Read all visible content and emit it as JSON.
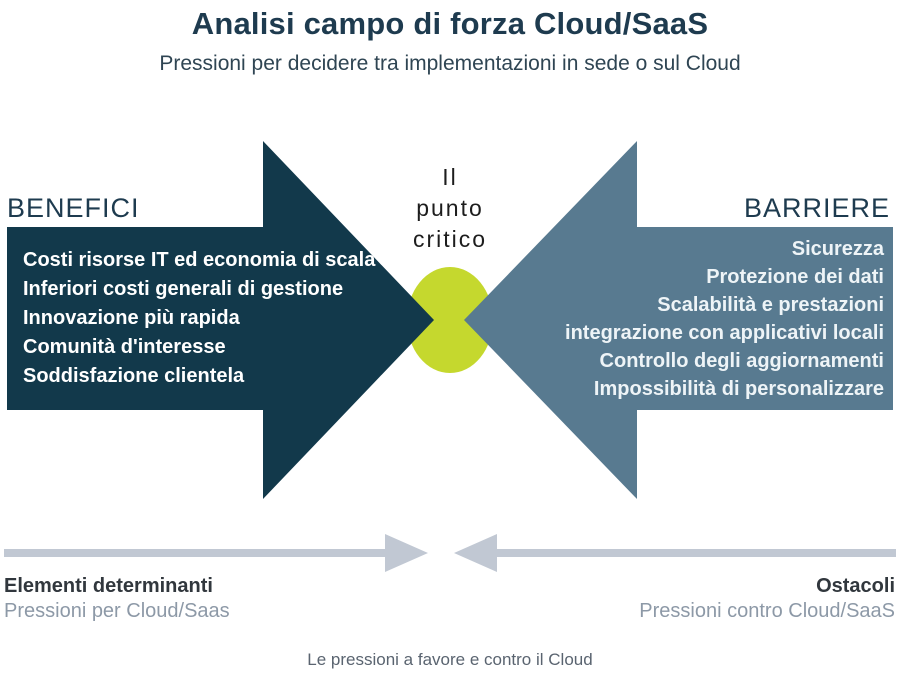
{
  "header": {
    "title": "Analisi campo di forza Cloud/SaaS",
    "subtitle": "Pressioni per decidere tra implementazioni in sede o sul Cloud"
  },
  "center": {
    "label": "Il\npunto\ncritico"
  },
  "benefits": {
    "heading": "BENEFICI",
    "items": [
      "Costi risorse IT ed economia di scala",
      "Inferiori costi generali di gestione",
      "Innovazione più rapida",
      "Comunità d'interesse",
      "Soddisfazione clientela"
    ]
  },
  "barriers": {
    "heading": "BARRIERE",
    "items": [
      "Sicurezza",
      "Protezione dei dati",
      "Scalabilità e prestazioni",
      "integrazione con applicativi locali",
      "Controllo degli aggiornamenti",
      "Impossibilità di personalizzare"
    ]
  },
  "bottom": {
    "left_title": "Elementi determinanti",
    "left_subtitle": "Pressioni per Cloud/Saas",
    "right_title": "Ostacoli",
    "right_subtitle": "Pressioni contro Cloud/SaaS"
  },
  "caption": "Le pressioni a favore e contro il Cloud",
  "colors": {
    "benefits_arrow": "#12394b",
    "barriers_arrow": "#587a90",
    "critical_point": "#c5d82e",
    "bottom_arrows": "#c1c8d3",
    "heading_navy": "#1e3b4f",
    "list_text": "#ffffff"
  }
}
